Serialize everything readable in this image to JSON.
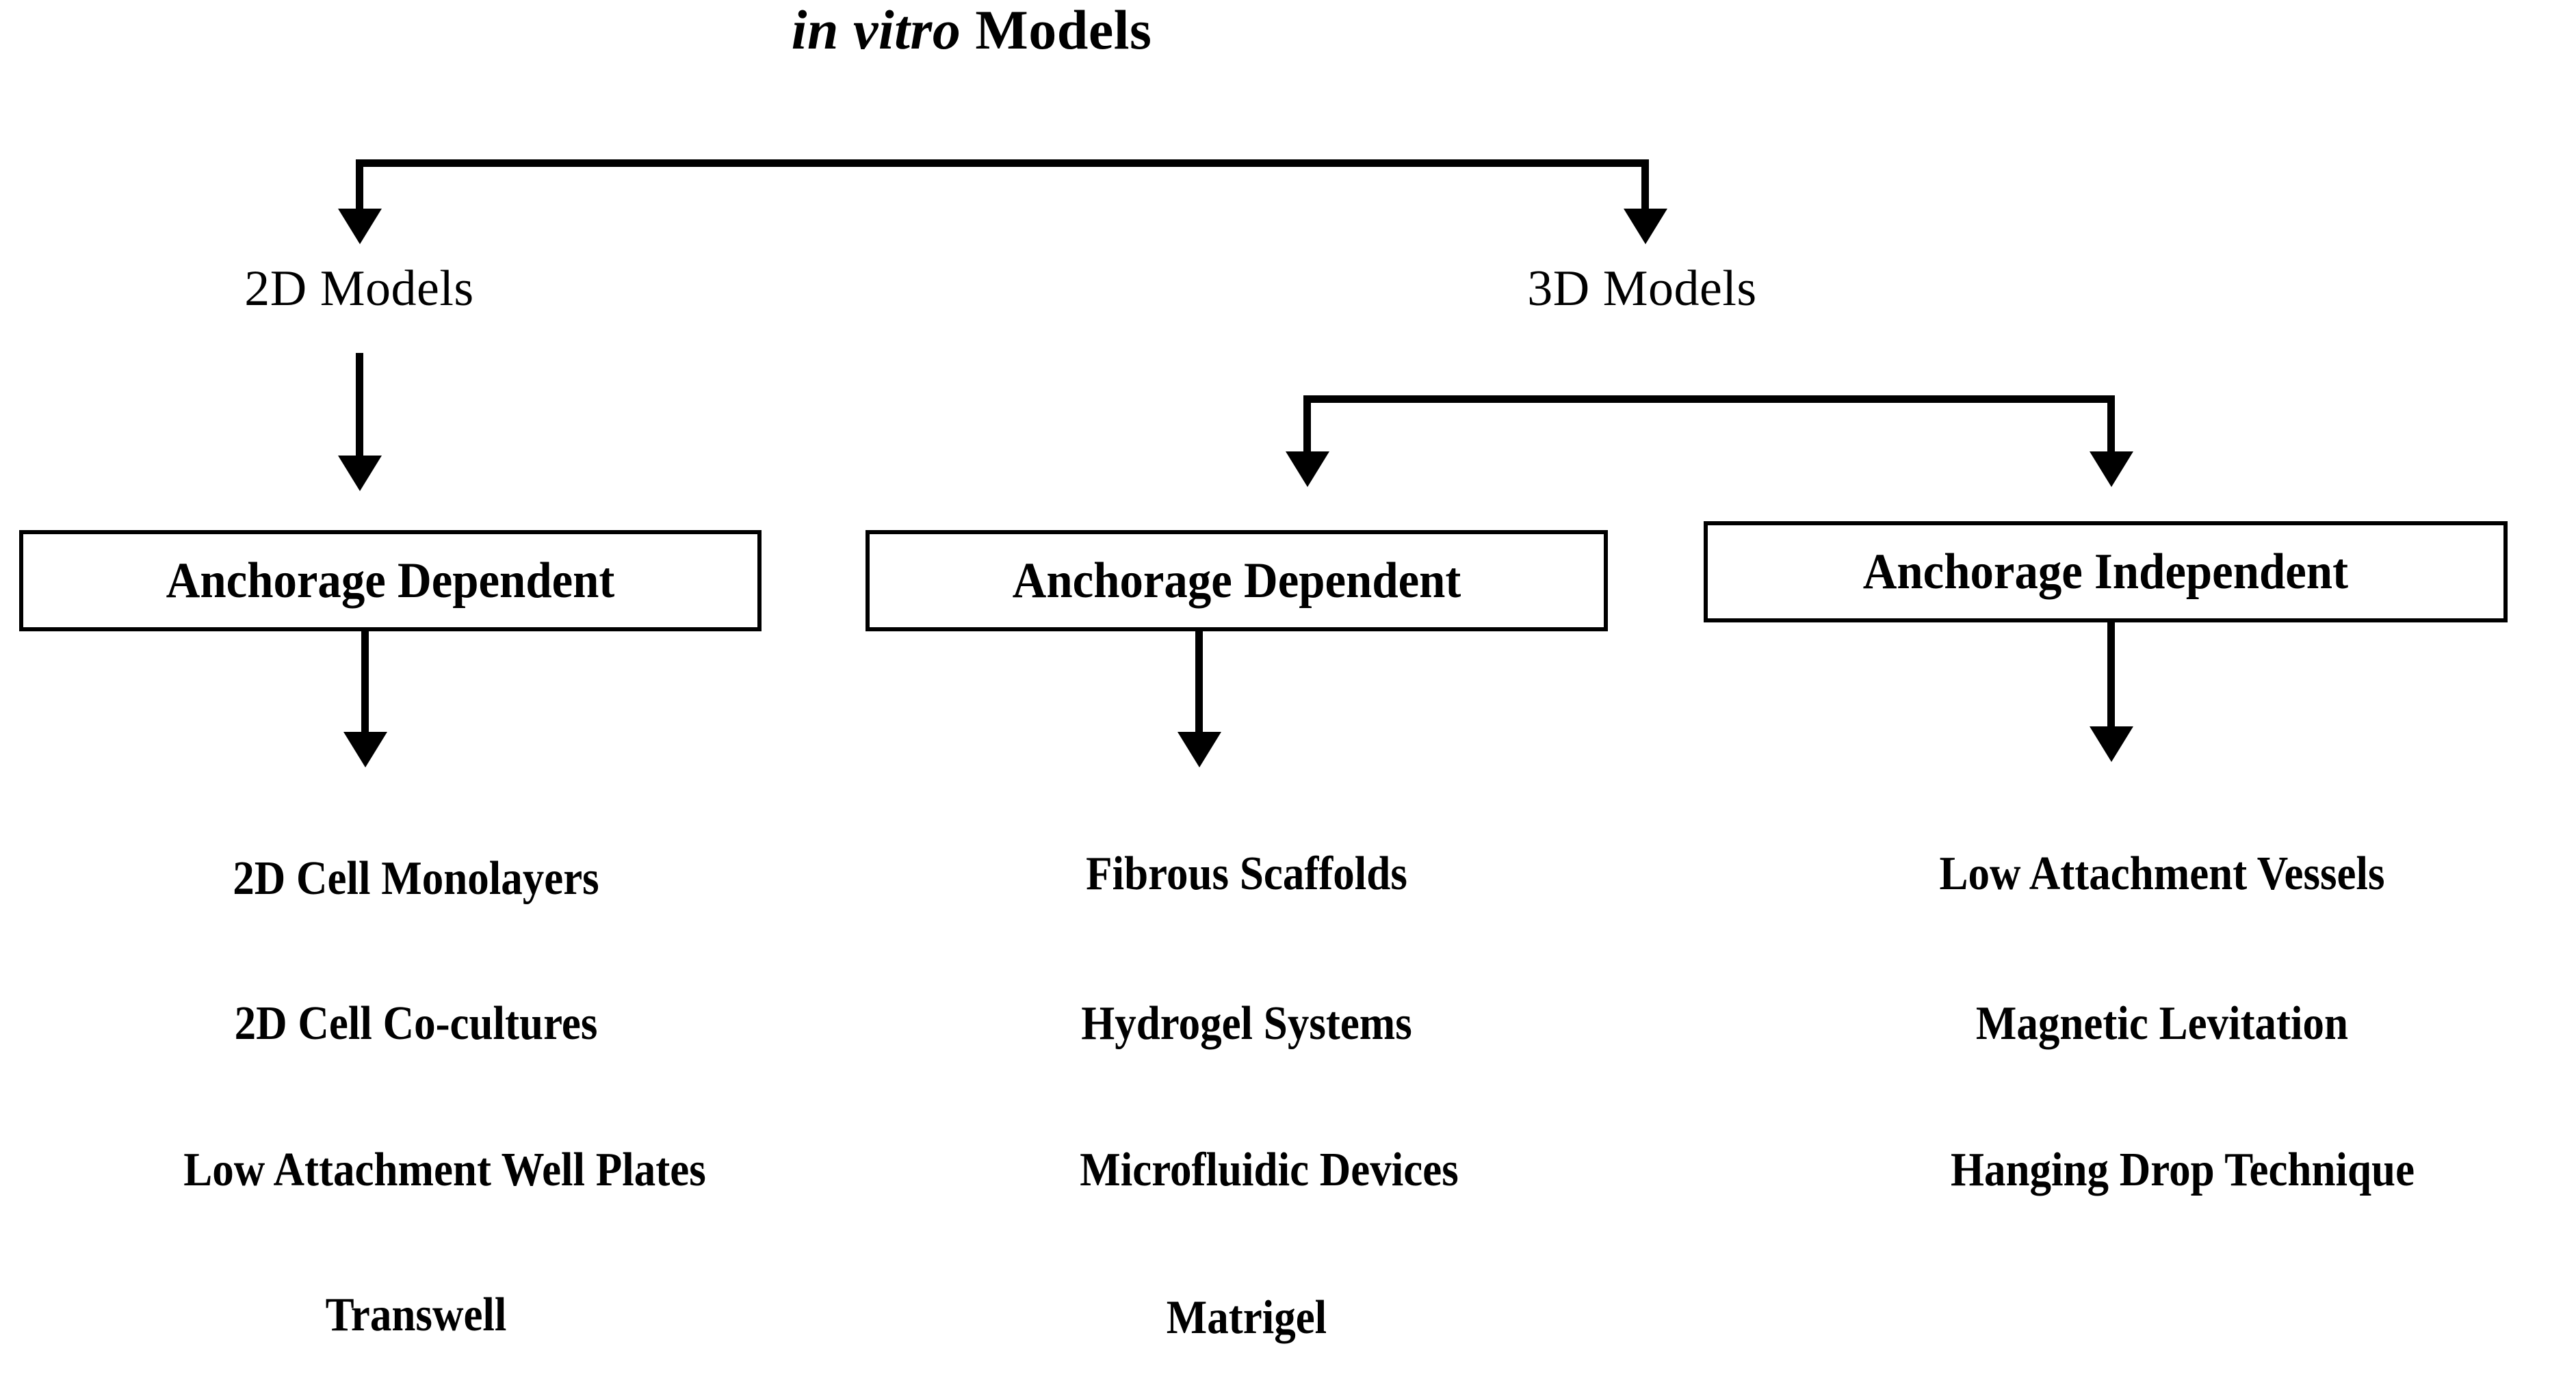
{
  "diagram": {
    "title": {
      "emphasis": "in vitro",
      "rest": " Models"
    },
    "level1": [
      {
        "label": "2D Models"
      },
      {
        "label": "3D Models"
      }
    ],
    "boxes": [
      {
        "label": "Anchorage Dependent"
      },
      {
        "label": "Anchorage Dependent"
      },
      {
        "label": "Anchorage Independent"
      }
    ],
    "columns": [
      {
        "items": [
          "2D Cell Monolayers",
          "2D Cell Co-cultures",
          "Low Attachment Well Plates",
          "Transwell"
        ]
      },
      {
        "items": [
          "Fibrous Scaffolds",
          "Hydrogel Systems",
          "Microfluidic Devices",
          "Matrigel"
        ]
      },
      {
        "items": [
          "Low Attachment Vessels",
          "Magnetic Levitation",
          "Hanging Drop Technique"
        ]
      }
    ],
    "colors": {
      "background": "#ffffff",
      "stroke": "#000000",
      "text": "#000000"
    }
  }
}
